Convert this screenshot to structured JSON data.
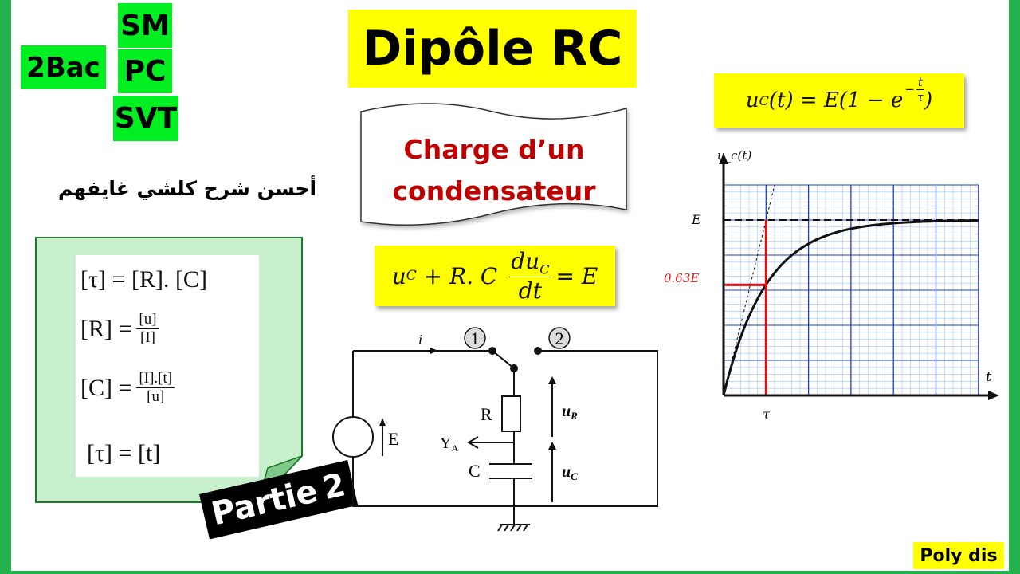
{
  "tags": {
    "level": "2Bac",
    "sm": "SM",
    "pc": "PC",
    "svt": "SVT"
  },
  "title": "Dipôle RC",
  "subtitle": {
    "line1": "Charge d’un",
    "line2": "condensateur"
  },
  "arabic_text": "أحسن شرح كلشي غايفهم",
  "dimensions": {
    "l1": "[τ] = [R]. [C]",
    "l2_lhs": "[R] =",
    "l2_num": "[u]",
    "l2_den": "[I]",
    "l3_lhs": "[C] =",
    "l3_num": "[I].[t]",
    "l3_den": "[u]",
    "l4": "[τ] = [t]"
  },
  "part_label": {
    "text": "Partie",
    "num": "2"
  },
  "equation_diff": {
    "lhs": "u",
    "sub": "C",
    "mid": " + R. C ",
    "num": "du",
    "num_sub": "C",
    "den": "dt",
    "rhs": "= E"
  },
  "equation_sol": {
    "lhs": "u",
    "sub": "C",
    "rest": "(t) = E(1 − e",
    "exp_num": "t",
    "exp_den": "τ",
    "close": ")"
  },
  "graph": {
    "ylabel": "u_c(t)",
    "xlabel": "t",
    "e_label": "E",
    "e63_label": "0.63E",
    "tau_label": "τ",
    "colors": {
      "grid_major": "#1f3fcf",
      "grid_minor": "#9ec3f5",
      "marker": "#e01010"
    }
  },
  "circuit": {
    "current": "i",
    "switch1": "1",
    "switch2": "2",
    "source": "E",
    "resistor": "R",
    "capacitor": "C",
    "probe": "Y",
    "probe_sub": "A",
    "ur": "u",
    "ur_sub": "R",
    "uc": "u",
    "uc_sub": "C"
  },
  "brand": "Poly dis",
  "colors": {
    "green": "#00ee22",
    "yellow": "#ffff00",
    "dark_red": "#c00000",
    "panel_green": "#c8f0cc"
  }
}
